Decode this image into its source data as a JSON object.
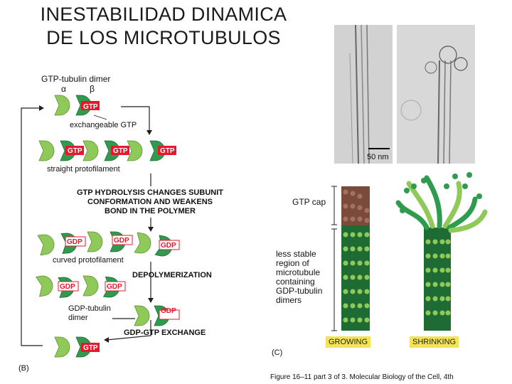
{
  "title": {
    "line1": "INESTABILIDAD DINAMICA",
    "line2": "DE LOS MICROTUBULOS"
  },
  "panel_b": {
    "dimer_label": "GTP-tubulin dimer",
    "alpha": "α",
    "beta": "β",
    "exchangeable": "exchangeable GTP",
    "straight": "straight protofilament",
    "hydrolysis_lines": [
      "GTP HYDROLYSIS CHANGES SUBUNIT",
      "CONFORMATION AND WEAKENS",
      "BOND IN THE POLYMER"
    ],
    "curved": "curved protofilament",
    "depolymerization": "DEPOLYMERIZATION",
    "gdp_dimer_lines": [
      "GDP-tubulin",
      "dimer"
    ],
    "exchange": "GDP-GTP EXCHANGE",
    "gtp": "GTP",
    "gdp": "GDP",
    "panel_letter": "(B)"
  },
  "panel_c": {
    "scale_bar": "50 nm",
    "gtp_cap": "GTP cap",
    "stable_lines": [
      "less stable",
      "region of",
      "microtubule",
      "containing",
      "GDP-tubulin",
      "dimers"
    ],
    "growing": "GROWING",
    "shrinking": "SHRINKING",
    "panel_letter": "(C)"
  },
  "caption": "Figure 16–11 part 3 of 3. Molecular Biology of the Cell, 4th",
  "colors": {
    "alpha_subunit": "#8fc95a",
    "beta_subunit": "#2e9b4e",
    "gtp_tag": "#e5192c",
    "cap_dimer": "#7a4a3a",
    "label_tag": "#f4e35a"
  }
}
